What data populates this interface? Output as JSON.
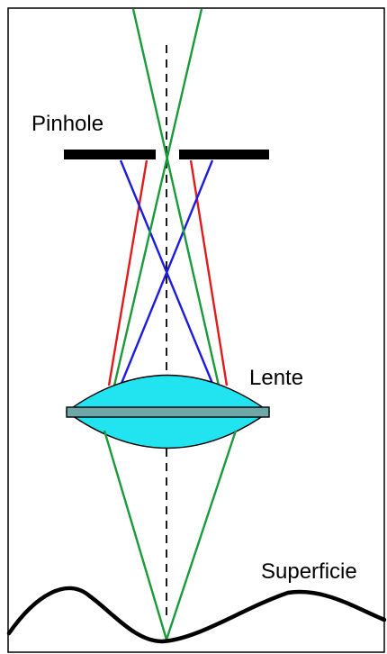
{
  "labels": {
    "pinhole": "Pinhole",
    "lens": "Lente",
    "surface": "Superficie"
  },
  "colors": {
    "green_ray": "#1a9a3a",
    "red_ray": "#e01b1b",
    "blue_ray": "#1b1be0",
    "lens_fill": "#22e3f0",
    "lens_band": "#6fa6a6",
    "ink": "#000000"
  }
}
